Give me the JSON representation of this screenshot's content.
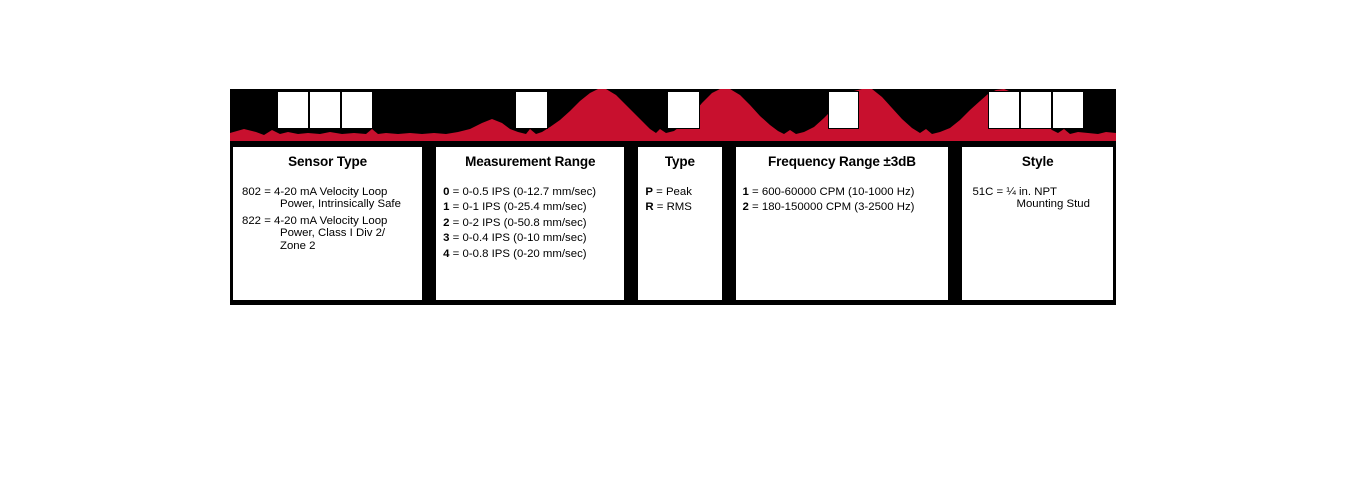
{
  "diagram": {
    "name": "model-number-key",
    "accent_red": "#C8102E",
    "background": "#000000",
    "panel_background": "#FFFFFF"
  },
  "banner": {
    "name": "model-number-banner",
    "description": "black banner with red waveform silhouette and white character boxes",
    "boxes": [
      {
        "group": 1,
        "index": 1
      },
      {
        "group": 1,
        "index": 2
      },
      {
        "group": 1,
        "index": 3
      },
      {
        "group": 2,
        "index": 1
      },
      {
        "group": 3,
        "index": 1
      },
      {
        "group": 4,
        "index": 1
      },
      {
        "group": 5,
        "index": 1
      },
      {
        "group": 5,
        "index": 2
      },
      {
        "group": 5,
        "index": 3
      }
    ]
  },
  "columns": [
    {
      "id": "sensor-type",
      "title": "Sensor Type",
      "entries": [
        {
          "code": "802",
          "eq": "=",
          "lines": [
            "4-20 mA Velocity Loop",
            "Power, Intrinsically Safe"
          ]
        },
        {
          "code": "822",
          "eq": "=",
          "lines": [
            "4-20 mA Velocity Loop",
            "Power, Class I Div 2/",
            "Zone 2"
          ]
        }
      ]
    },
    {
      "id": "measurement-range",
      "title": "Measurement Range",
      "entries": [
        {
          "code": "0",
          "eq": "=",
          "desc": "0-0.5 IPS (0-12.7 mm/sec)"
        },
        {
          "code": "1",
          "eq": "=",
          "desc": "0-1 IPS (0-25.4 mm/sec)"
        },
        {
          "code": "2",
          "eq": "=",
          "desc": "0-2 IPS (0-50.8 mm/sec)"
        },
        {
          "code": "3",
          "eq": "=",
          "desc": "0-0.4 IPS (0-10 mm/sec)"
        },
        {
          "code": "4",
          "eq": "=",
          "desc": "0-0.8 IPS (0-20 mm/sec)"
        }
      ]
    },
    {
      "id": "type",
      "title": "Type",
      "entries": [
        {
          "code": "P",
          "eq": "=",
          "desc": "Peak"
        },
        {
          "code": "R",
          "eq": "=",
          "desc": "RMS"
        }
      ]
    },
    {
      "id": "frequency-range",
      "title": "Frequency Range ±3dB",
      "entries": [
        {
          "code": "1",
          "eq": "=",
          "desc": "600-60000 CPM (10-1000 Hz)"
        },
        {
          "code": "2",
          "eq": "=",
          "desc": "180-150000 CPM (3-2500 Hz)"
        }
      ]
    },
    {
      "id": "style",
      "title": "Style",
      "entries": [
        {
          "code": "51C",
          "eq": "=",
          "lines": [
            "¼ in. NPT",
            "Mounting Stud"
          ]
        }
      ]
    }
  ]
}
